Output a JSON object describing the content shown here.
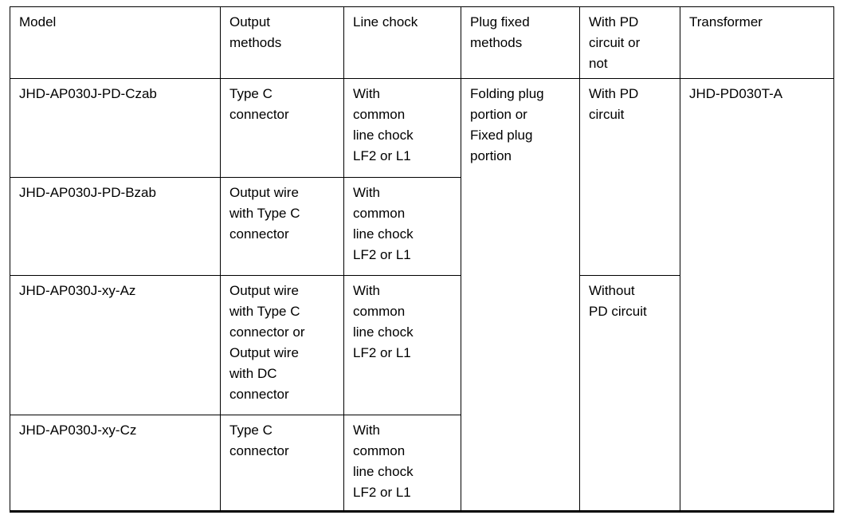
{
  "table": {
    "columns": [
      {
        "key": "model",
        "label": "Model"
      },
      {
        "key": "output_methods",
        "label": "Output\nmethods"
      },
      {
        "key": "line_chock",
        "label": "Line chock"
      },
      {
        "key": "plug_fixed_methods",
        "label": "Plug fixed\nmethods"
      },
      {
        "key": "pd_circuit",
        "label": "With PD\ncircuit or\nnot"
      },
      {
        "key": "transformer",
        "label": "Transformer"
      }
    ],
    "rows": [
      {
        "model": "JHD-AP030J-PD-Czab",
        "output_methods": "Type C\nconnector",
        "line_chock": "With\ncommon\nline chock\nLF2 or L1"
      },
      {
        "model": "JHD-AP030J-PD-Bzab",
        "output_methods": "Output wire\nwith Type C\nconnector",
        "line_chock": "With\ncommon\nline chock\nLF2 or L1"
      },
      {
        "model": "JHD-AP030J-xy-Az",
        "output_methods": "Output wire\nwith Type C\nconnector or\nOutput wire\nwith DC\nconnector",
        "line_chock": "With\ncommon\nline chock\nLF2 or L1"
      },
      {
        "model": "JHD-AP030J-xy-Cz",
        "output_methods": "Type C\nconnector",
        "line_chock": "With\ncommon\nline chock\nLF2 or L1"
      }
    ],
    "merged": {
      "plug_fixed_methods_all_rows": "Folding plug\nportion or\nFixed plug\nportion",
      "pd_circuit_rows_1_2": "With PD\ncircuit",
      "pd_circuit_rows_3_4": "Without\nPD circuit",
      "transformer_all_rows": "JHD-PD030T-A"
    }
  },
  "colors": {
    "border": "#000000",
    "text": "#000000",
    "background": "#ffffff"
  }
}
